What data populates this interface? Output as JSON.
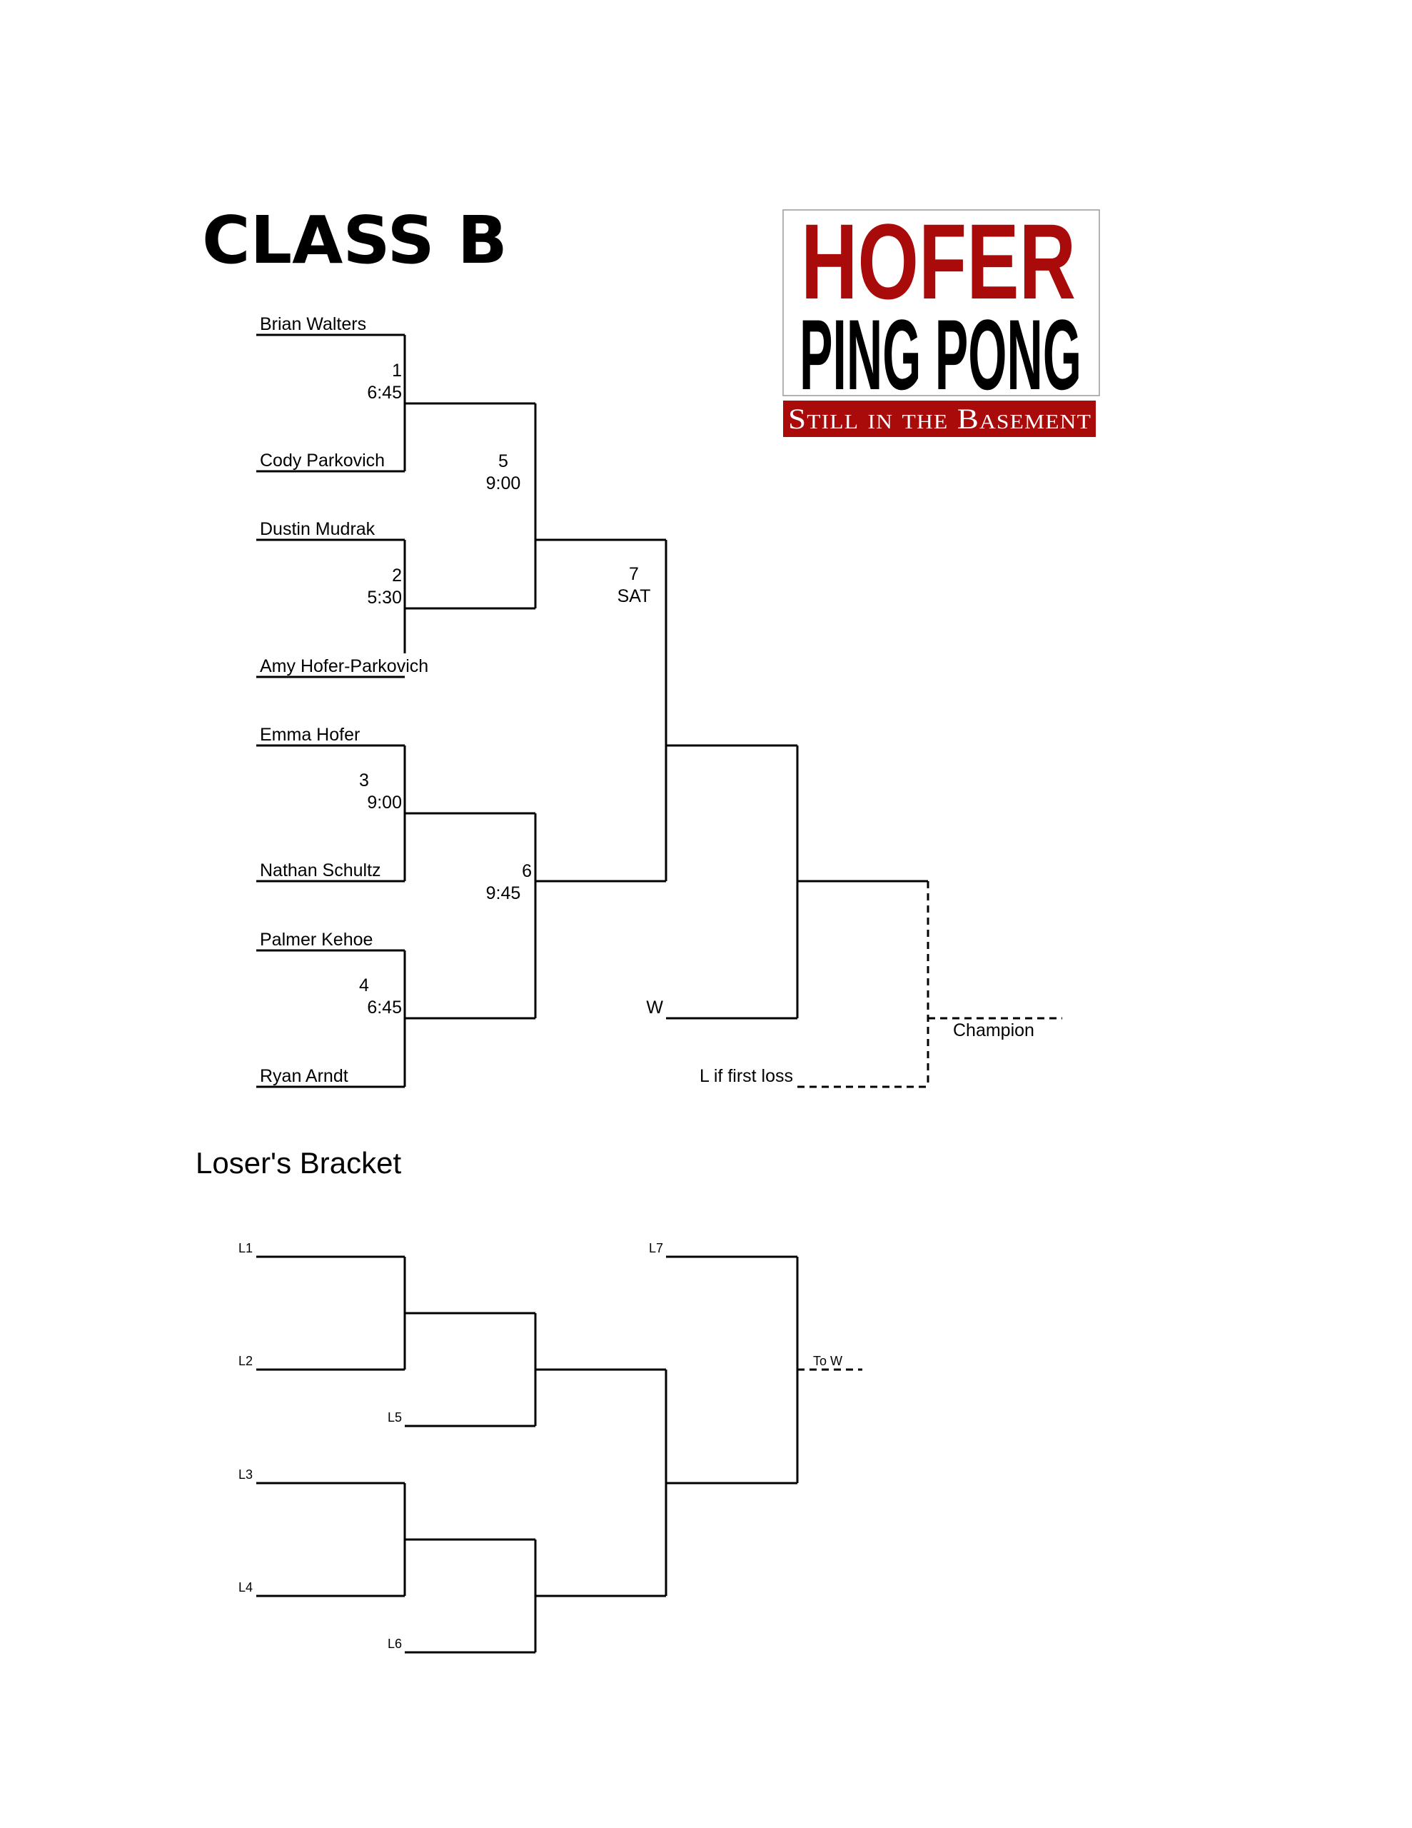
{
  "title": "CLASS B",
  "logo": {
    "line1": "HOFER",
    "line2": "PING PONG",
    "tagline": "Still in the Basement",
    "brand_red": "#a90a0a"
  },
  "players": [
    "Brian Walters",
    "Cody Parkovich",
    "Dustin Mudrak",
    "Amy Hofer-Parkovich",
    "Emma Hofer",
    "Nathan Schultz",
    "Palmer Kehoe",
    "Ryan Arndt"
  ],
  "matches": [
    {
      "num": "1",
      "time": "6:45"
    },
    {
      "num": "2",
      "time": "5:30"
    },
    {
      "num": "3",
      "time": "9:00"
    },
    {
      "num": "4",
      "time": "6:45"
    },
    {
      "num": "5",
      "time": "9:00"
    },
    {
      "num": "6",
      "time": "9:45"
    },
    {
      "num": "7",
      "time": "SAT"
    }
  ],
  "finals": {
    "w_label": "W",
    "l_label": "L if first loss",
    "champion": "Champion"
  },
  "losers": {
    "heading": "Loser's Bracket",
    "slots": [
      "L1",
      "L2",
      "L3",
      "L4",
      "L5",
      "L6",
      "L7"
    ],
    "to_w": "To W"
  }
}
